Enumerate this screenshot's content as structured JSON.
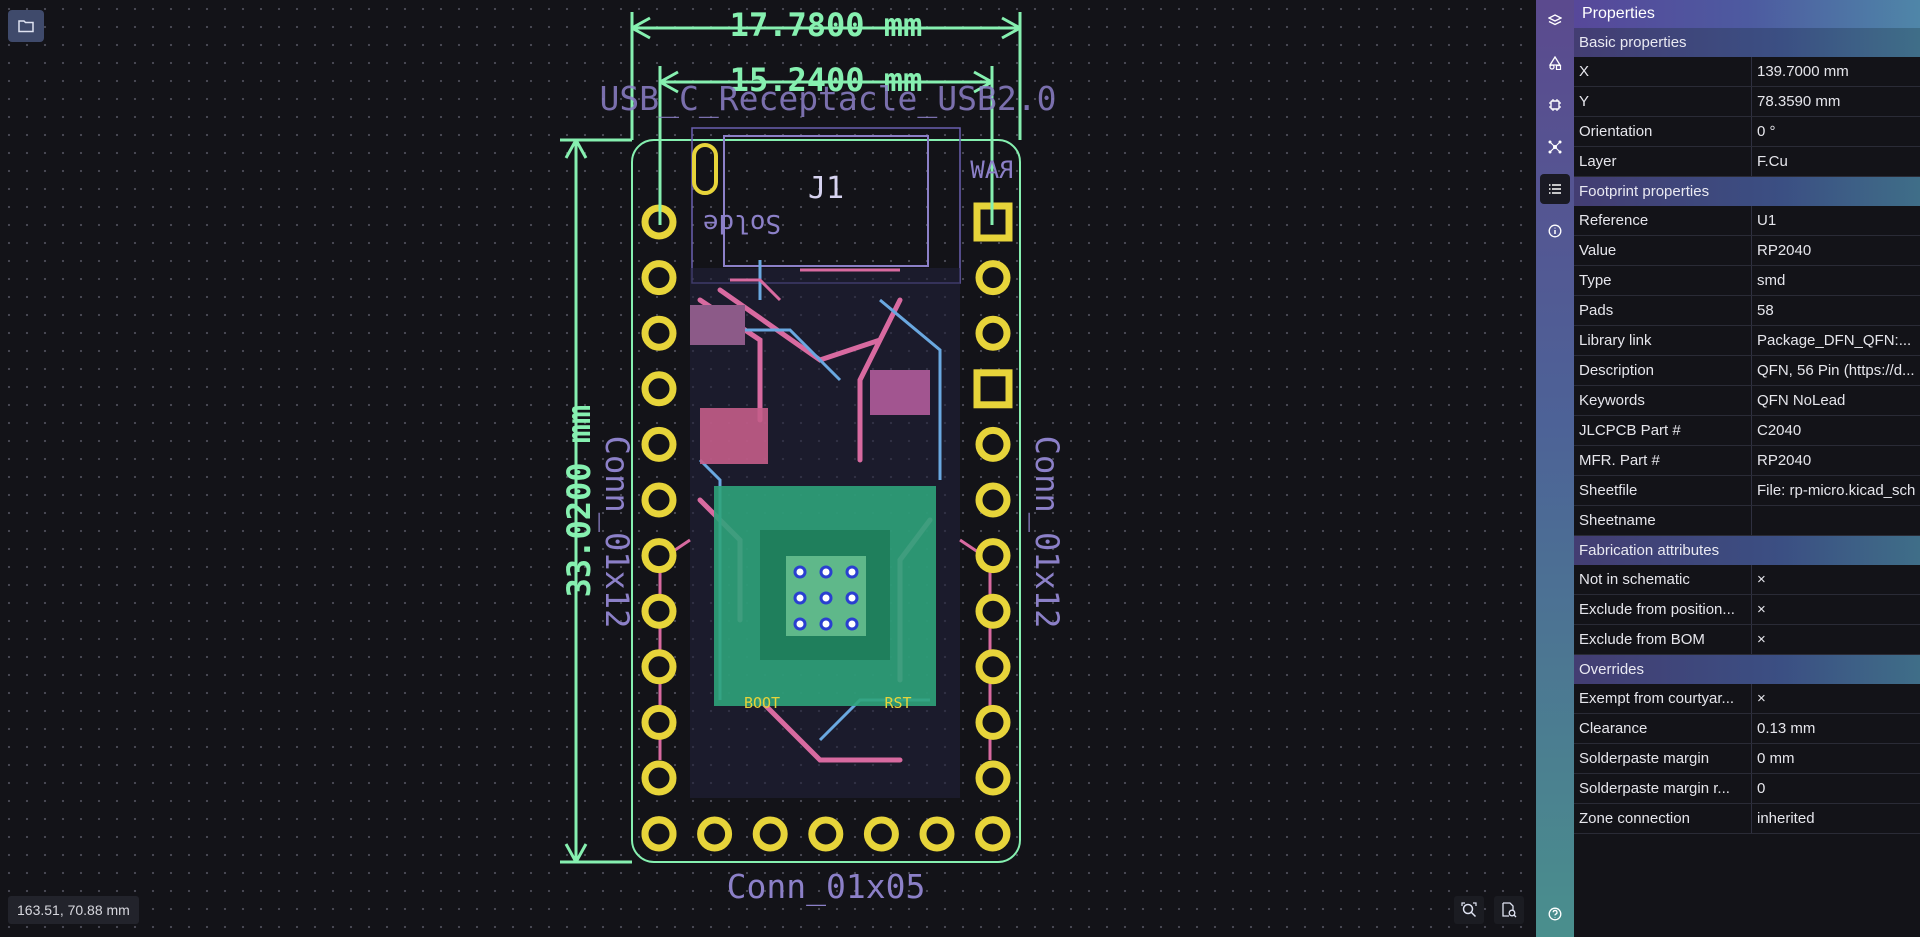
{
  "canvas": {
    "coords": "163.51, 70.88 mm",
    "board_labels": {
      "dim_top_outer": "17.7800 mm",
      "dim_top_inner": "15.2400 mm",
      "dim_left": "33.0200 mm",
      "footprint_usb": "USB_C_Receptacle_USB2.0",
      "ref_j1": "J1",
      "solder": "Solde",
      "raw": "RAW",
      "conn_left": "Conn_01x12",
      "conn_right": "Conn_01x12",
      "conn_bottom": "Conn_01x05",
      "boot": "BOOT",
      "rst": "RST"
    }
  },
  "icons": {
    "open_file": "folder-icon",
    "zoom_fit": "zoom-fit-icon",
    "zoom_page": "zoom-page-icon",
    "strip": [
      "layers-icon",
      "objects-icon",
      "footprint-icon",
      "nets-icon",
      "properties-icon",
      "info-icon",
      "help-icon"
    ]
  },
  "properties": {
    "title": "Properties",
    "basic": {
      "header": "Basic properties",
      "rows": [
        {
          "key": "X",
          "value": "139.7000 mm"
        },
        {
          "key": "Y",
          "value": "78.3590 mm"
        },
        {
          "key": "Orientation",
          "value": "0 °"
        },
        {
          "key": "Layer",
          "value": "F.Cu"
        }
      ]
    },
    "footprint": {
      "header": "Footprint properties",
      "rows": [
        {
          "key": "Reference",
          "value": "U1"
        },
        {
          "key": "Value",
          "value": "RP2040"
        },
        {
          "key": "Type",
          "value": "smd"
        },
        {
          "key": "Pads",
          "value": "58"
        },
        {
          "key": "Library link",
          "value": "Package_DFN_QFN:..."
        },
        {
          "key": "Description",
          "value": "QFN, 56 Pin (https://d..."
        },
        {
          "key": "Keywords",
          "value": "QFN NoLead"
        },
        {
          "key": "JLCPCB Part #",
          "value": "C2040"
        },
        {
          "key": "MFR. Part #",
          "value": "RP2040"
        },
        {
          "key": "Sheetfile",
          "value": "File: rp-micro.kicad_sch"
        },
        {
          "key": "Sheetname",
          "value": ""
        }
      ]
    },
    "fabrication": {
      "header": "Fabrication attributes",
      "rows": [
        {
          "key": "Not in schematic",
          "value": "×"
        },
        {
          "key": "Exclude from position...",
          "value": "×"
        },
        {
          "key": "Exclude from BOM",
          "value": "×"
        }
      ]
    },
    "overrides": {
      "header": "Overrides",
      "rows": [
        {
          "key": "Exempt from courtyar...",
          "value": "×"
        },
        {
          "key": "Clearance",
          "value": "0.13 mm"
        },
        {
          "key": "Solderpaste margin",
          "value": "0 mm"
        },
        {
          "key": "Solderpaste margin r...",
          "value": "0"
        },
        {
          "key": "Zone connection",
          "value": "inherited"
        }
      ]
    }
  },
  "colors": {
    "dimension": "#86f0b0",
    "silkscreen": "#8c80c8",
    "copper_front": "#d86aa0",
    "copper_back": "#6aa8e0",
    "pad": "#e7d43a",
    "inner": "#2fa37a"
  }
}
